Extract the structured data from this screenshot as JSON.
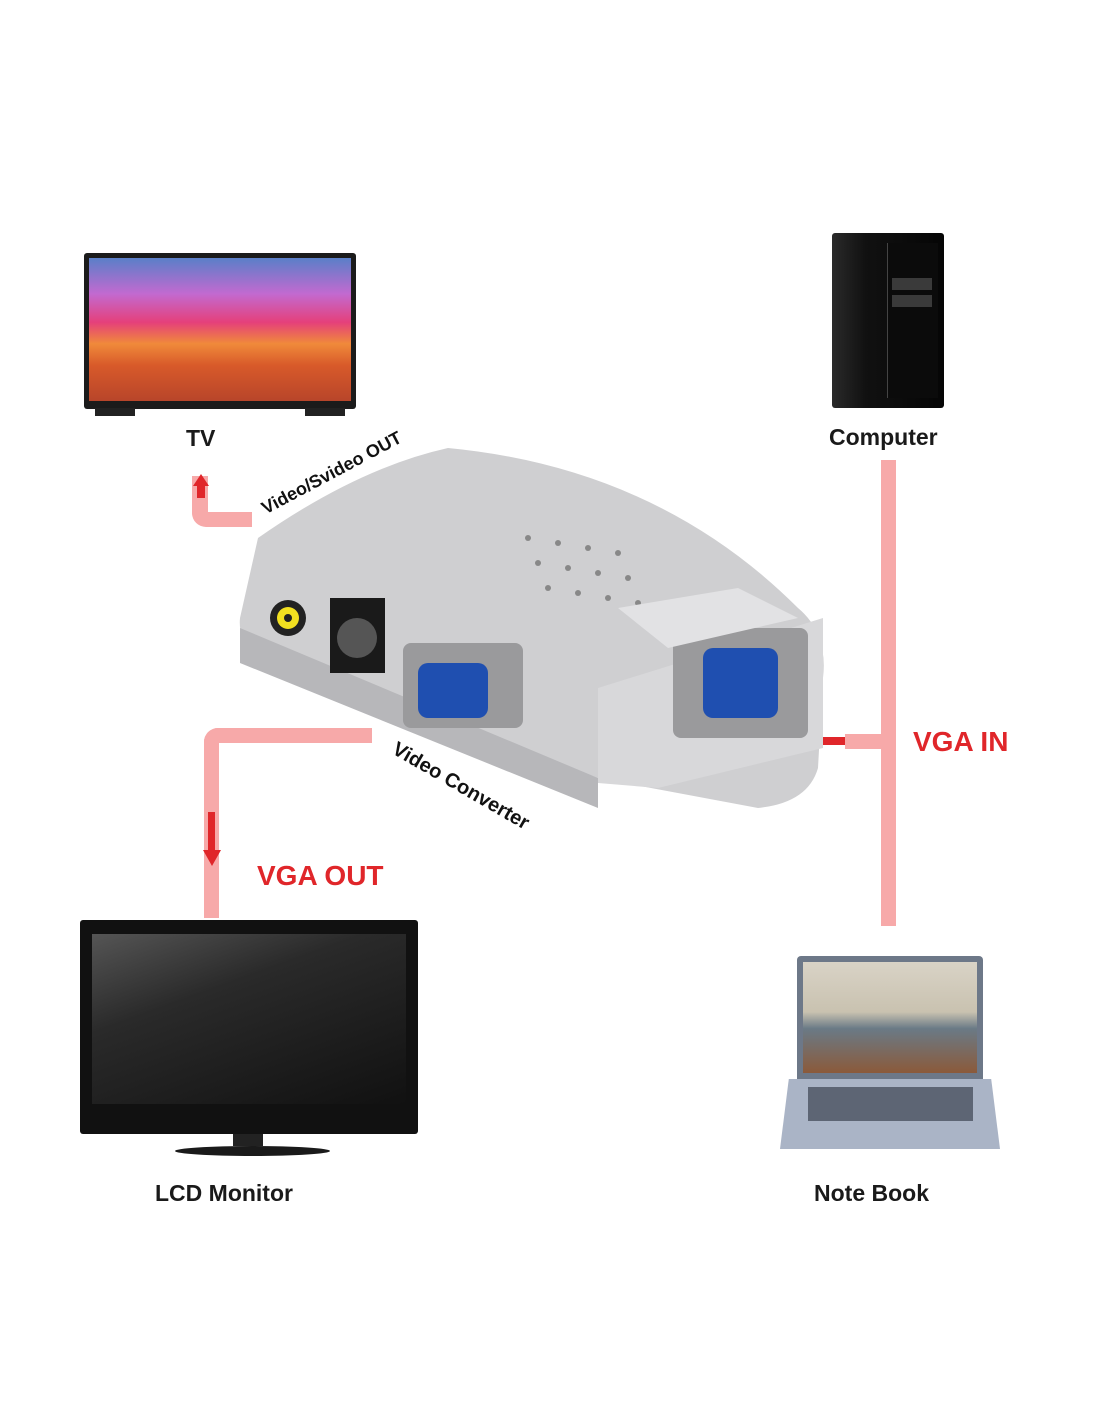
{
  "devices": {
    "tv": "TV",
    "computer": "Computer",
    "lcd_monitor": "LCD Monitor",
    "notebook": "Note Book"
  },
  "connections": {
    "video_out": "Video/Svideo OUT",
    "vga_in": "VGA IN",
    "vga_out": "VGA OUT",
    "converter": "Video Converter"
  },
  "colors": {
    "arrow": "#e0262a",
    "line": "#f7a9a9"
  }
}
